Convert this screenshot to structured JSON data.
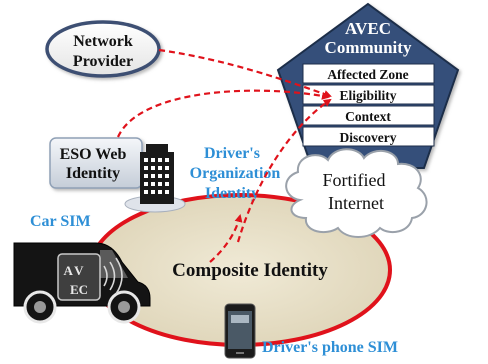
{
  "network_provider": {
    "line1": "Network",
    "line2": "Provider"
  },
  "avec_community": {
    "title_line1": "AVEC",
    "title_line2": "Community",
    "items": [
      "Affected Zone",
      "Eligibility",
      "Context",
      "Discovery"
    ]
  },
  "eso_web_identity": {
    "line1": "ESO Web",
    "line2": "Identity"
  },
  "drivers_org_identity": {
    "line1": "Driver's",
    "line2": "Organization",
    "line3": "Identity"
  },
  "fortified_internet": {
    "line1": "Fortified",
    "line2": "Internet"
  },
  "car_sim": {
    "label": "Car SIM"
  },
  "composite_identity": {
    "label": "Composite Identity"
  },
  "avec_badge": {
    "line1": "AV",
    "line2": "EC"
  },
  "drivers_phone_sim": {
    "label": "Driver's phone SIM"
  },
  "colors": {
    "pentagon_fill": "#34507a",
    "ellipse_fill": "#e9e2cc",
    "ellipse_stroke": "#e0121b",
    "arrow": "#e0121b",
    "blue_label": "#2e8fd6",
    "dark_text": "#111111"
  }
}
